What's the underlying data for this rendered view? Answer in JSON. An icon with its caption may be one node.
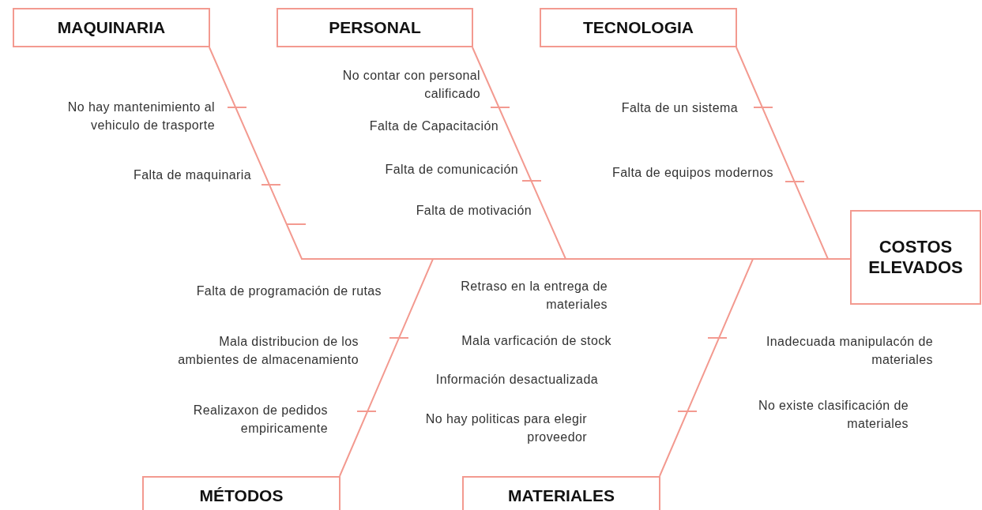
{
  "diagram": {
    "nodes": [
      {
        "text": [
          "MAQUINARIA"
        ]
      },
      {
        "text": [
          "PERSONAL"
        ]
      },
      {
        "text": [
          "TECNOLOGIA"
        ]
      },
      {
        "text": [
          "COSTOS ELEVADOS"
        ]
      },
      {
        "text": [
          "MÉTODOS"
        ]
      },
      {
        "text": [
          "MATERIALES"
        ]
      }
    ],
    "edges": [
      {
        "from": 0,
        "to": 3,
        "arrow": "none"
      },
      {
        "from": 1,
        "to": 3,
        "arrow": "none"
      },
      {
        "from": 2,
        "to": 3,
        "arrow": "none"
      },
      {
        "from": 4,
        "to": 3,
        "arrow": "none"
      },
      {
        "from": 5,
        "to": 3,
        "arrow": "none"
      }
    ],
    "labels": [
      "No hay mantenimiento al vehiculo de trasporte",
      "Falta de maquinaria",
      "No contar con personal calificado",
      "Falta de Capacitación",
      "Falta de comunicación",
      "Falta de motivación",
      "Falta de un sistema",
      "Falta de equipos modernos",
      "Falta de programación de rutas",
      "Mala distribucion de los ambientes de almacenamiento",
      "Realizaxon de pedidos empiricamente",
      "Retraso en la entrega de materiales",
      "Mala varficación de stock",
      "Información desactualizada",
      "No hay politicas para elegir proveedor",
      "Inadecuada manipulacón de materiales",
      "No existe clasificación de materiales"
    ]
  }
}
